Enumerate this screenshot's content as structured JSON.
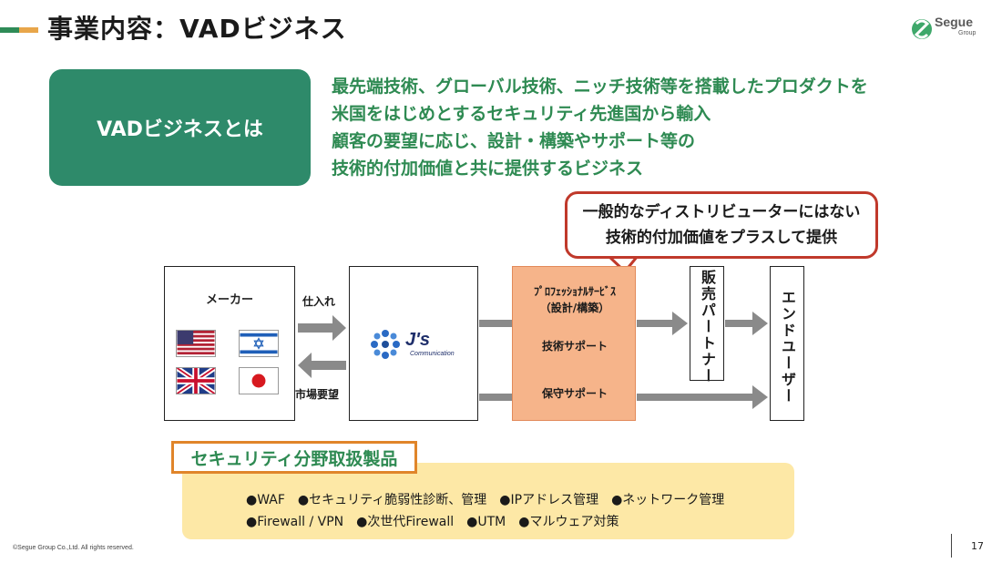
{
  "header": {
    "title": "事業内容：VADビジネス",
    "logo_name": "Segue",
    "logo_sub": "Group",
    "accent_colors": [
      "#2e8b57",
      "#e8a64a"
    ]
  },
  "definition": {
    "label": "VADビジネスとは",
    "lines": [
      "最先端技術、グローバル技術、ニッチ技術等を搭載したプロダクトを",
      "米国をはじめとするセキュリティ先進国から輸入",
      "顧客の要望に応じ、設計・構築やサポート等の",
      "技術的付加価値と共に提供するビジネス"
    ],
    "box_color": "#2e8a6a",
    "text_color": "#2e8a52"
  },
  "callout": {
    "lines": [
      "一般的なディストリビューターにはない",
      "技術的付加価値をプラスして提供"
    ],
    "border_color": "#c0392b"
  },
  "diagram": {
    "maker_label": "メーカー",
    "flags": [
      "us-flag-icon",
      "israel-flag-icon",
      "uk-flag-icon",
      "japan-flag-icon"
    ],
    "purchase_label": "仕入れ",
    "market_label": "市場要望",
    "company_logo": "J's",
    "company_logo_sub": "Communication",
    "services": [
      "ﾌﾟﾛﾌｪｯｼｮﾅﾙｻｰﾋﾞｽ",
      "（設計/構築）",
      "技術サポート",
      "保守サポート"
    ],
    "service_color": "#f6b48a",
    "partner_label": "販売パートナー",
    "end_user_label": "エンドユーザー"
  },
  "products": {
    "title": "セキュリティ分野取扱製品",
    "line1": "●WAF　●セキュリティ脆弱性診断、管理　●IPアドレス管理　●ネットワーク管理",
    "line2": "●Firewall / VPN　●次世代Firewall　●UTM　●マルウェア対策",
    "bg_color": "#fde8a6",
    "border_color": "#e0852a"
  },
  "footer": {
    "copyright": "©Segue Group Co.,Ltd. All rights reserved.",
    "page_number": "17"
  }
}
